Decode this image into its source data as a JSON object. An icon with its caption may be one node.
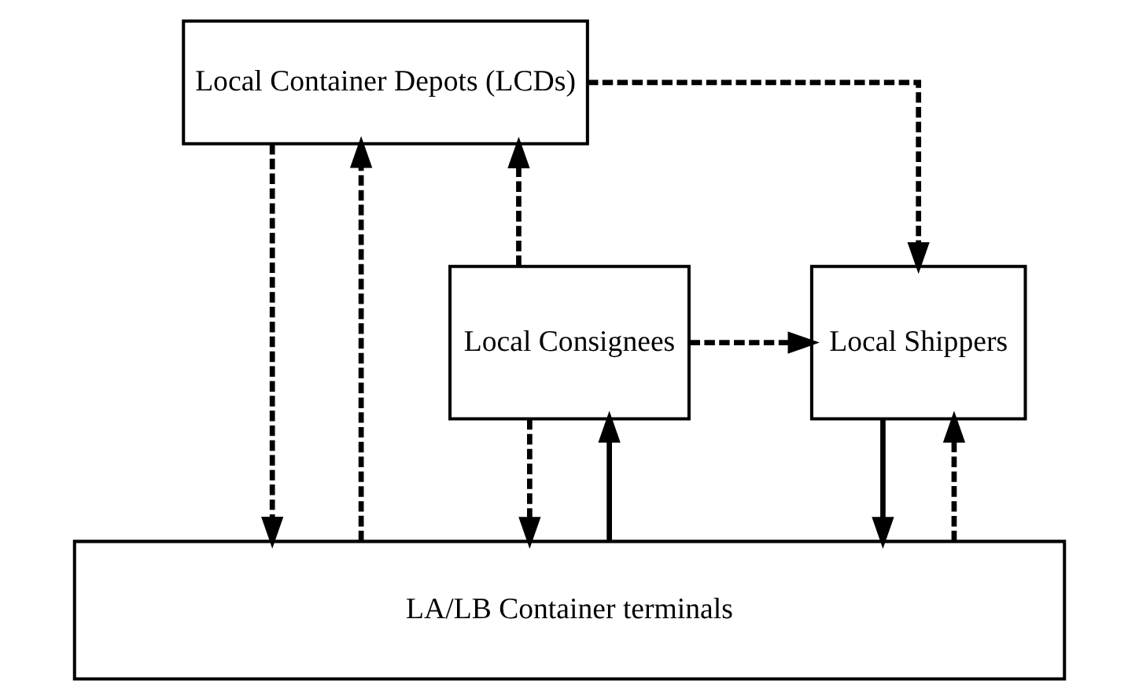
{
  "diagram": {
    "nodes": [
      {
        "text": [
          "Local Container Depots (LCDs)"
        ]
      },
      {
        "text": [
          "Local Consignees"
        ]
      },
      {
        "text": [
          "Local Shippers"
        ]
      },
      {
        "text": [
          "LA/LB Container terminals"
        ]
      }
    ],
    "edges": [
      {
        "from": 1,
        "to": 0,
        "arrow": "to",
        "style": "dashed"
      },
      {
        "from": 0,
        "to": 2,
        "arrow": "to",
        "style": "dashed"
      },
      {
        "from": 1,
        "to": 2,
        "arrow": "to",
        "style": "dashed"
      },
      {
        "from": 3,
        "to": 1,
        "arrow": "to"
      },
      {
        "from": 1,
        "to": 3,
        "arrow": "to",
        "style": "dashed"
      },
      {
        "from": 3,
        "to": 2,
        "arrow": "to",
        "style": "dashed"
      },
      {
        "from": 2,
        "to": 3,
        "arrow": "to"
      },
      {
        "from": 3,
        "to": 0,
        "arrow": "to",
        "style": "dashed"
      },
      {
        "from": 0,
        "to": 3,
        "arrow": "to",
        "style": "dashed"
      }
    ]
  }
}
